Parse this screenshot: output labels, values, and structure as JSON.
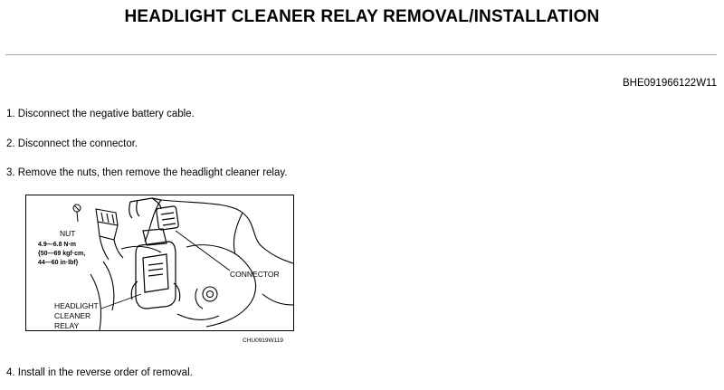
{
  "document": {
    "title": "HEADLIGHT CLEANER RELAY REMOVAL/INSTALLATION",
    "doc_id": "BHE091966122W11",
    "steps": [
      "1. Disconnect the negative battery cable.",
      "2. Disconnect the connector.",
      "3. Remove the nuts, then remove the headlight cleaner relay.",
      "4. Install in the reverse order of removal."
    ]
  },
  "figure": {
    "labels": {
      "nut": "NUT",
      "torque_1": "4.9—6.8 N·m",
      "torque_2": "{50—69 kgf·cm,",
      "torque_3": "44—60 in·lbf}",
      "connector": "CONNECTOR",
      "relay_1": "HEADLIGHT",
      "relay_2": "CLEANER",
      "relay_3": "RELAY",
      "figure_code": "CHU0919W119"
    },
    "colors": {
      "line": "#000000",
      "frame": "#000000"
    }
  }
}
